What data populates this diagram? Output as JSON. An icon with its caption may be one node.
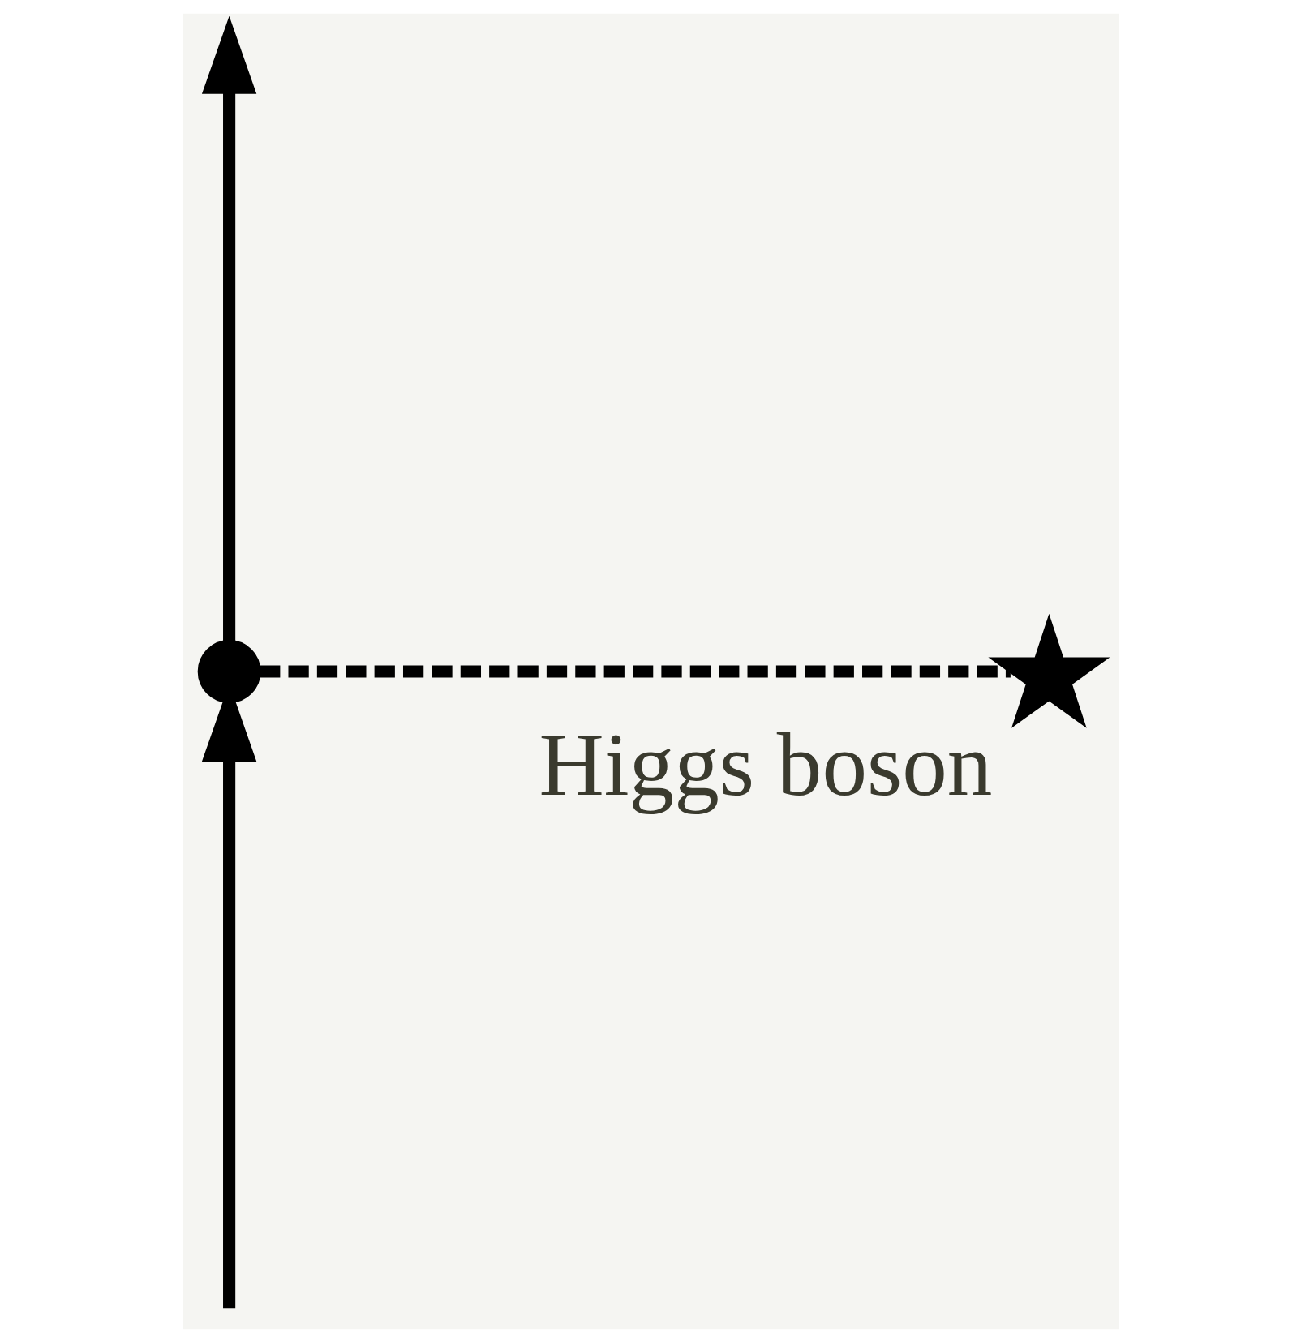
{
  "diagram": {
    "nodes": [
      {
        "text": [],
        "shape": "point"
      },
      {
        "text": [],
        "shape": "cross",
        "beside": [
          "Higgs boson"
        ]
      }
    ],
    "edges": [
      {
        "from": 0,
        "to": null,
        "arrow": "to"
      },
      {
        "from": null,
        "to": 0,
        "arrow": "to"
      },
      {
        "from": 0,
        "to": 1,
        "arrow": "none",
        "style": "dashed"
      }
    ]
  }
}
